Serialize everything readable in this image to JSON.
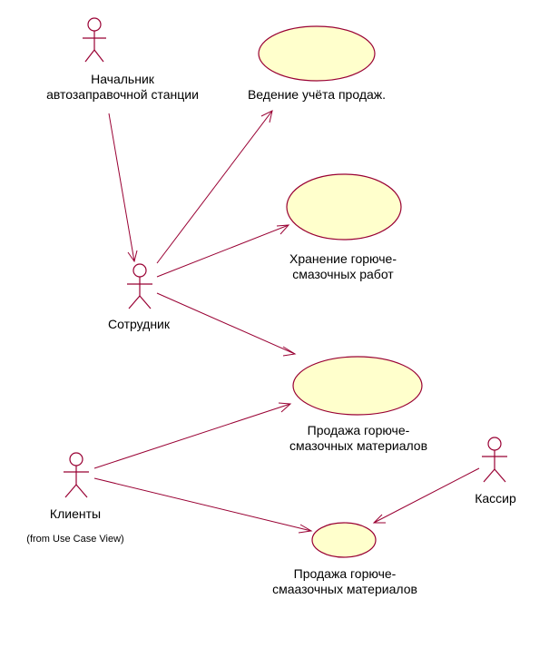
{
  "actors": {
    "manager": "Начальник\nавтозаправочной станции",
    "employee": "Сотрудник",
    "clients": "Клиенты",
    "clients_note": "(from Use Case View)",
    "cashier": "Кассир"
  },
  "use_cases": {
    "sales_accounting": "Ведение учёта продаж.",
    "fuel_storage": "Хранение горюче-\nсмазочных работ",
    "fuel_sales_1": "Продажа горюче-\nсмазочных материалов",
    "fuel_sales_2": "Продажа горюче-\nсмаазочных материалов"
  },
  "colors": {
    "stroke": "#990033",
    "use_case_fill": "#ffffcc"
  }
}
